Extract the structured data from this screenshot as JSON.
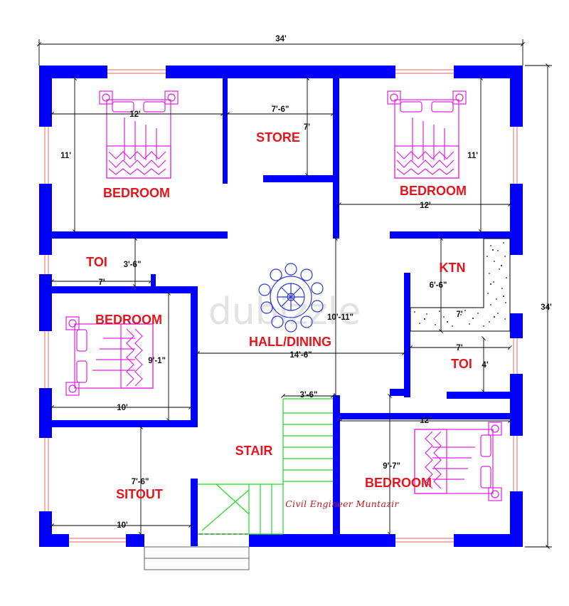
{
  "plan": {
    "rooms": {
      "bedroom_top_left": "BEDROOM",
      "store": "STORE",
      "bedroom_top_right": "BEDROOM",
      "toi_left": "TOI",
      "kitchen": "KTN",
      "bedroom_mid_left": "BEDROOM",
      "hall_dining": "HALL/DINING",
      "toi_right": "TOI",
      "stair": "STAIR",
      "sitout": "SITOUT",
      "bedroom_bottom_right": "BEDROOM"
    },
    "dimensions": {
      "overall_width": "34'",
      "overall_height": "34'",
      "bed1_width": "12'",
      "bed1_height": "11'",
      "store_width": "7'-6\"",
      "store_height": "7'",
      "bed2_width": "12'",
      "bed2_height": "11'",
      "toi1_width": "7'",
      "toi1_height": "3'-6\"",
      "ktn_height": "6'-6\"",
      "ktn_width": "7'",
      "bed3_height": "9'-1\"",
      "bed3_width": "10'",
      "hall_width": "14'-6\"",
      "hall_height": "10'-11\"",
      "toi2_width": "7'",
      "toi2_height": "4'",
      "stair_width": "3'-6\"",
      "bed4_width": "12'",
      "bed4_height": "9'-7\"",
      "sitout_height": "7'-6\"",
      "sitout_width": "10'"
    },
    "credit": "Civil Engineer Muntazir",
    "watermark": "dubizzle",
    "colors": {
      "wall": "#0000ff",
      "label": "#e8141c",
      "furniture": "#e020e0",
      "stair": "#22dd22",
      "window": "#f08080",
      "dimension": "#111111"
    }
  }
}
